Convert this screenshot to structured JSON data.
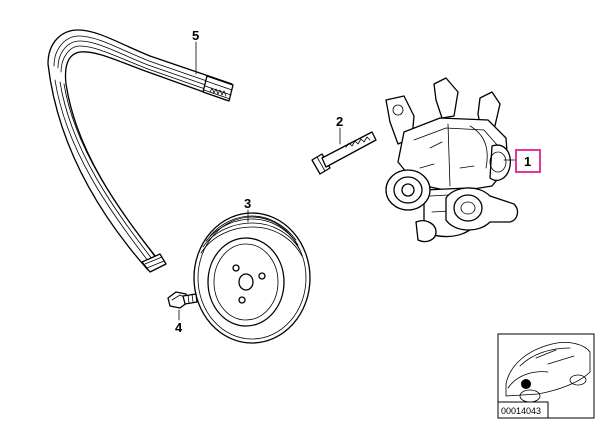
{
  "callouts": {
    "belt": "5",
    "bolt": "2",
    "pulley": "3",
    "pulley_bolt": "4",
    "pump": "1"
  },
  "highlight_color": "#e0218a",
  "inset": {
    "code": "00014043",
    "marker_icon": "location-dot-icon"
  }
}
